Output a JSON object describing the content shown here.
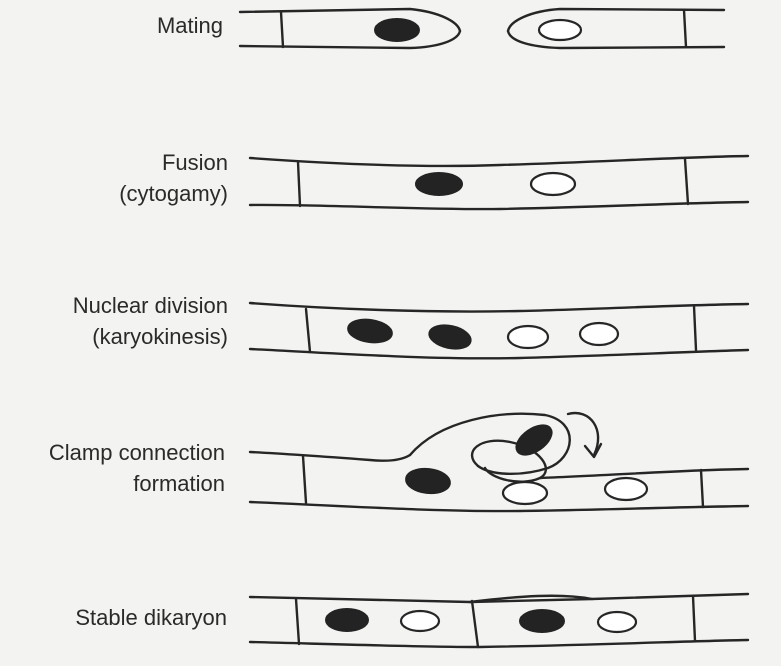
{
  "labels": {
    "mating": "Mating",
    "fusion_line1": "Fusion",
    "fusion_line2": "(cytogamy)",
    "nuclear_line1": "Nuclear division",
    "nuclear_line2": "(karyokinesis)",
    "clamp_line1": "Clamp connection",
    "clamp_line2": "formation",
    "stable": "Stable dikaryon"
  },
  "colors": {
    "background": "#f3f3f1",
    "ink": "#262626",
    "dark_nucleus": "#232323",
    "light_nucleus": "#ffffff"
  }
}
